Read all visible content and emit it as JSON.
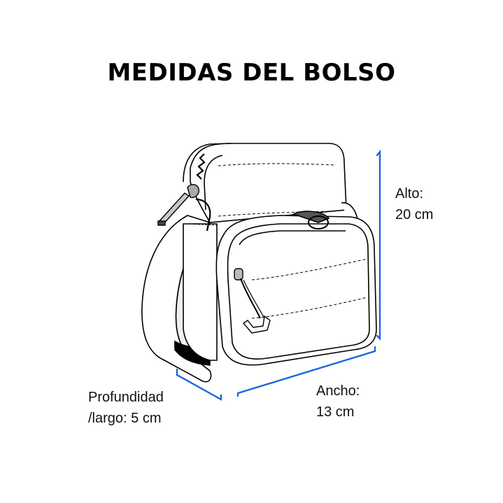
{
  "title": "MEDIDAS DEL BOLSO",
  "dimensions": {
    "alto": {
      "line1": "Alto:",
      "line2": "20 cm"
    },
    "ancho": {
      "line1": "Ancho:",
      "line2": "13 cm"
    },
    "profundidad": {
      "line1": "Profundidad",
      "line2": "/largo: 5 cm"
    }
  },
  "colors": {
    "accent": "#1a66e0",
    "outline": "#000000",
    "fill": "#ffffff",
    "shade": "#ececec",
    "zip_pull": "#9a9a9a"
  },
  "illustration": "crossbody-bag-line-drawing"
}
